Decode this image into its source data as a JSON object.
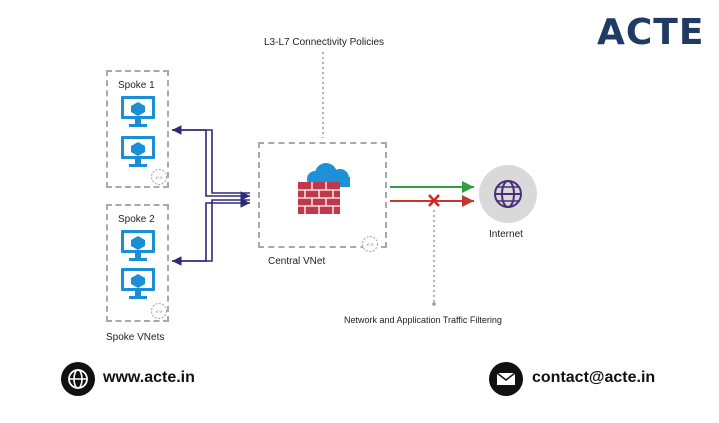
{
  "brand": {
    "logo_text": "ACTE"
  },
  "diagram": {
    "top_label": "L3-L7 Connectivity Policies",
    "spoke1_label": "Spoke 1",
    "spoke2_label": "Spoke 2",
    "spokes_caption": "Spoke VNets",
    "central_caption": "Central VNet",
    "internet_caption": "Internet",
    "filter_label": "Network and Application Traffic Filtering",
    "colors": {
      "azure": "#1a8fd6",
      "arrow": "#2e2a7a",
      "allowed": "#2ea043",
      "blocked": "#c0392b",
      "firewall": "#c0394b",
      "cloud": "#1e90d6",
      "globe_bg": "#d9d9d9",
      "globe": "#4a2e7a"
    }
  },
  "footer": {
    "website": "www.acte.in",
    "email": "contact@acte.in"
  }
}
